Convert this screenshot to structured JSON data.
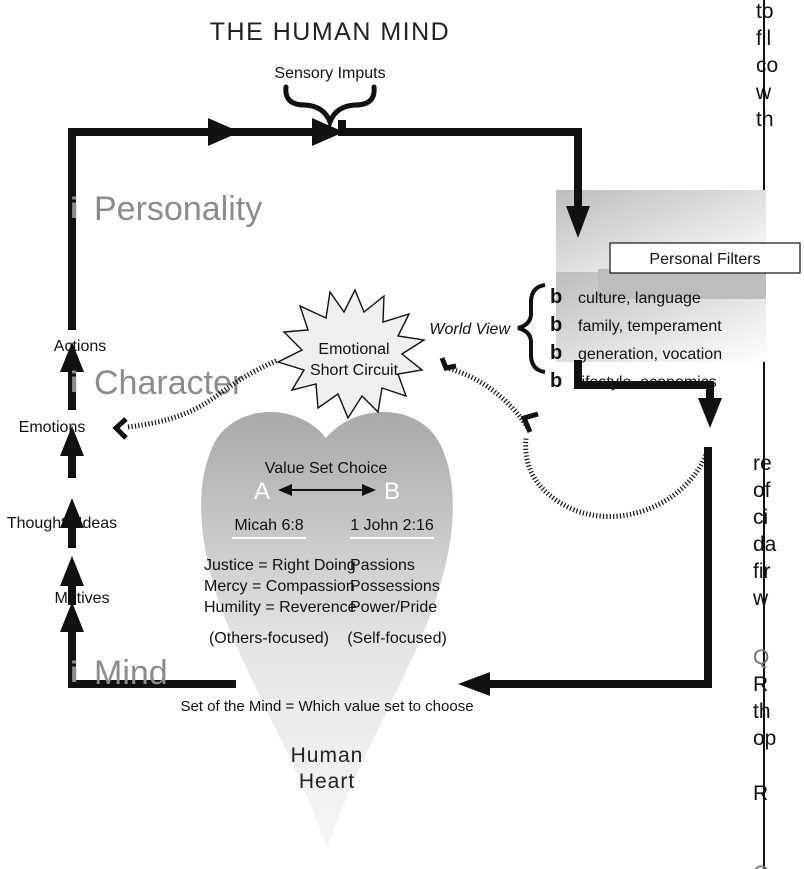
{
  "title": "THE HUMAN MIND",
  "sensory_inputs": "Sensory Imputs",
  "side_labels": {
    "personality": "Personality",
    "character": "Character",
    "mind": "Mind"
  },
  "side_bullet": "i",
  "left_chain": [
    "Actions",
    "Emotions",
    "Thoughts/Ideas",
    "Motives"
  ],
  "filters": {
    "title": "Personal Filters",
    "world_view": "World View",
    "bullet": "b",
    "items": [
      "culture, language",
      "family, temperament",
      "generation, vocation",
      "lifestyle, economics"
    ]
  },
  "short_circuit": {
    "line1": "Emotional",
    "line2": "Short Circuit"
  },
  "heart": {
    "value_set_choice": "Value Set Choice",
    "a_label": "A",
    "b_label": "B",
    "left": {
      "ref": "Micah 6:8",
      "lines": [
        "Justice = Right Doing",
        "Mercy = Compassion",
        "Humility = Reverence"
      ],
      "focus": "(Others-focused)"
    },
    "right": {
      "ref": "1 John 2:16",
      "lines": [
        "Passions",
        "Possessions",
        "Power/Pride"
      ],
      "focus": "(Self-focused)"
    },
    "set_of_mind": "Set of the Mind = Which value set to choose",
    "caption1": "Human",
    "caption2": "Heart"
  },
  "right_fragments": {
    "top": [
      "to",
      "fil",
      "co",
      "w",
      "th"
    ],
    "middle": [
      "re",
      "of",
      "ci",
      "da",
      "fir",
      "w"
    ],
    "q1": "Q",
    "para": [
      "R",
      "th",
      "op"
    ],
    "r": "R",
    "q2": "Q"
  },
  "colors": {
    "ink": "#111111",
    "gray_text": "#8c8c8c",
    "heart_light": "#f4f4f4",
    "heart_dark": "#aaaaaa"
  }
}
